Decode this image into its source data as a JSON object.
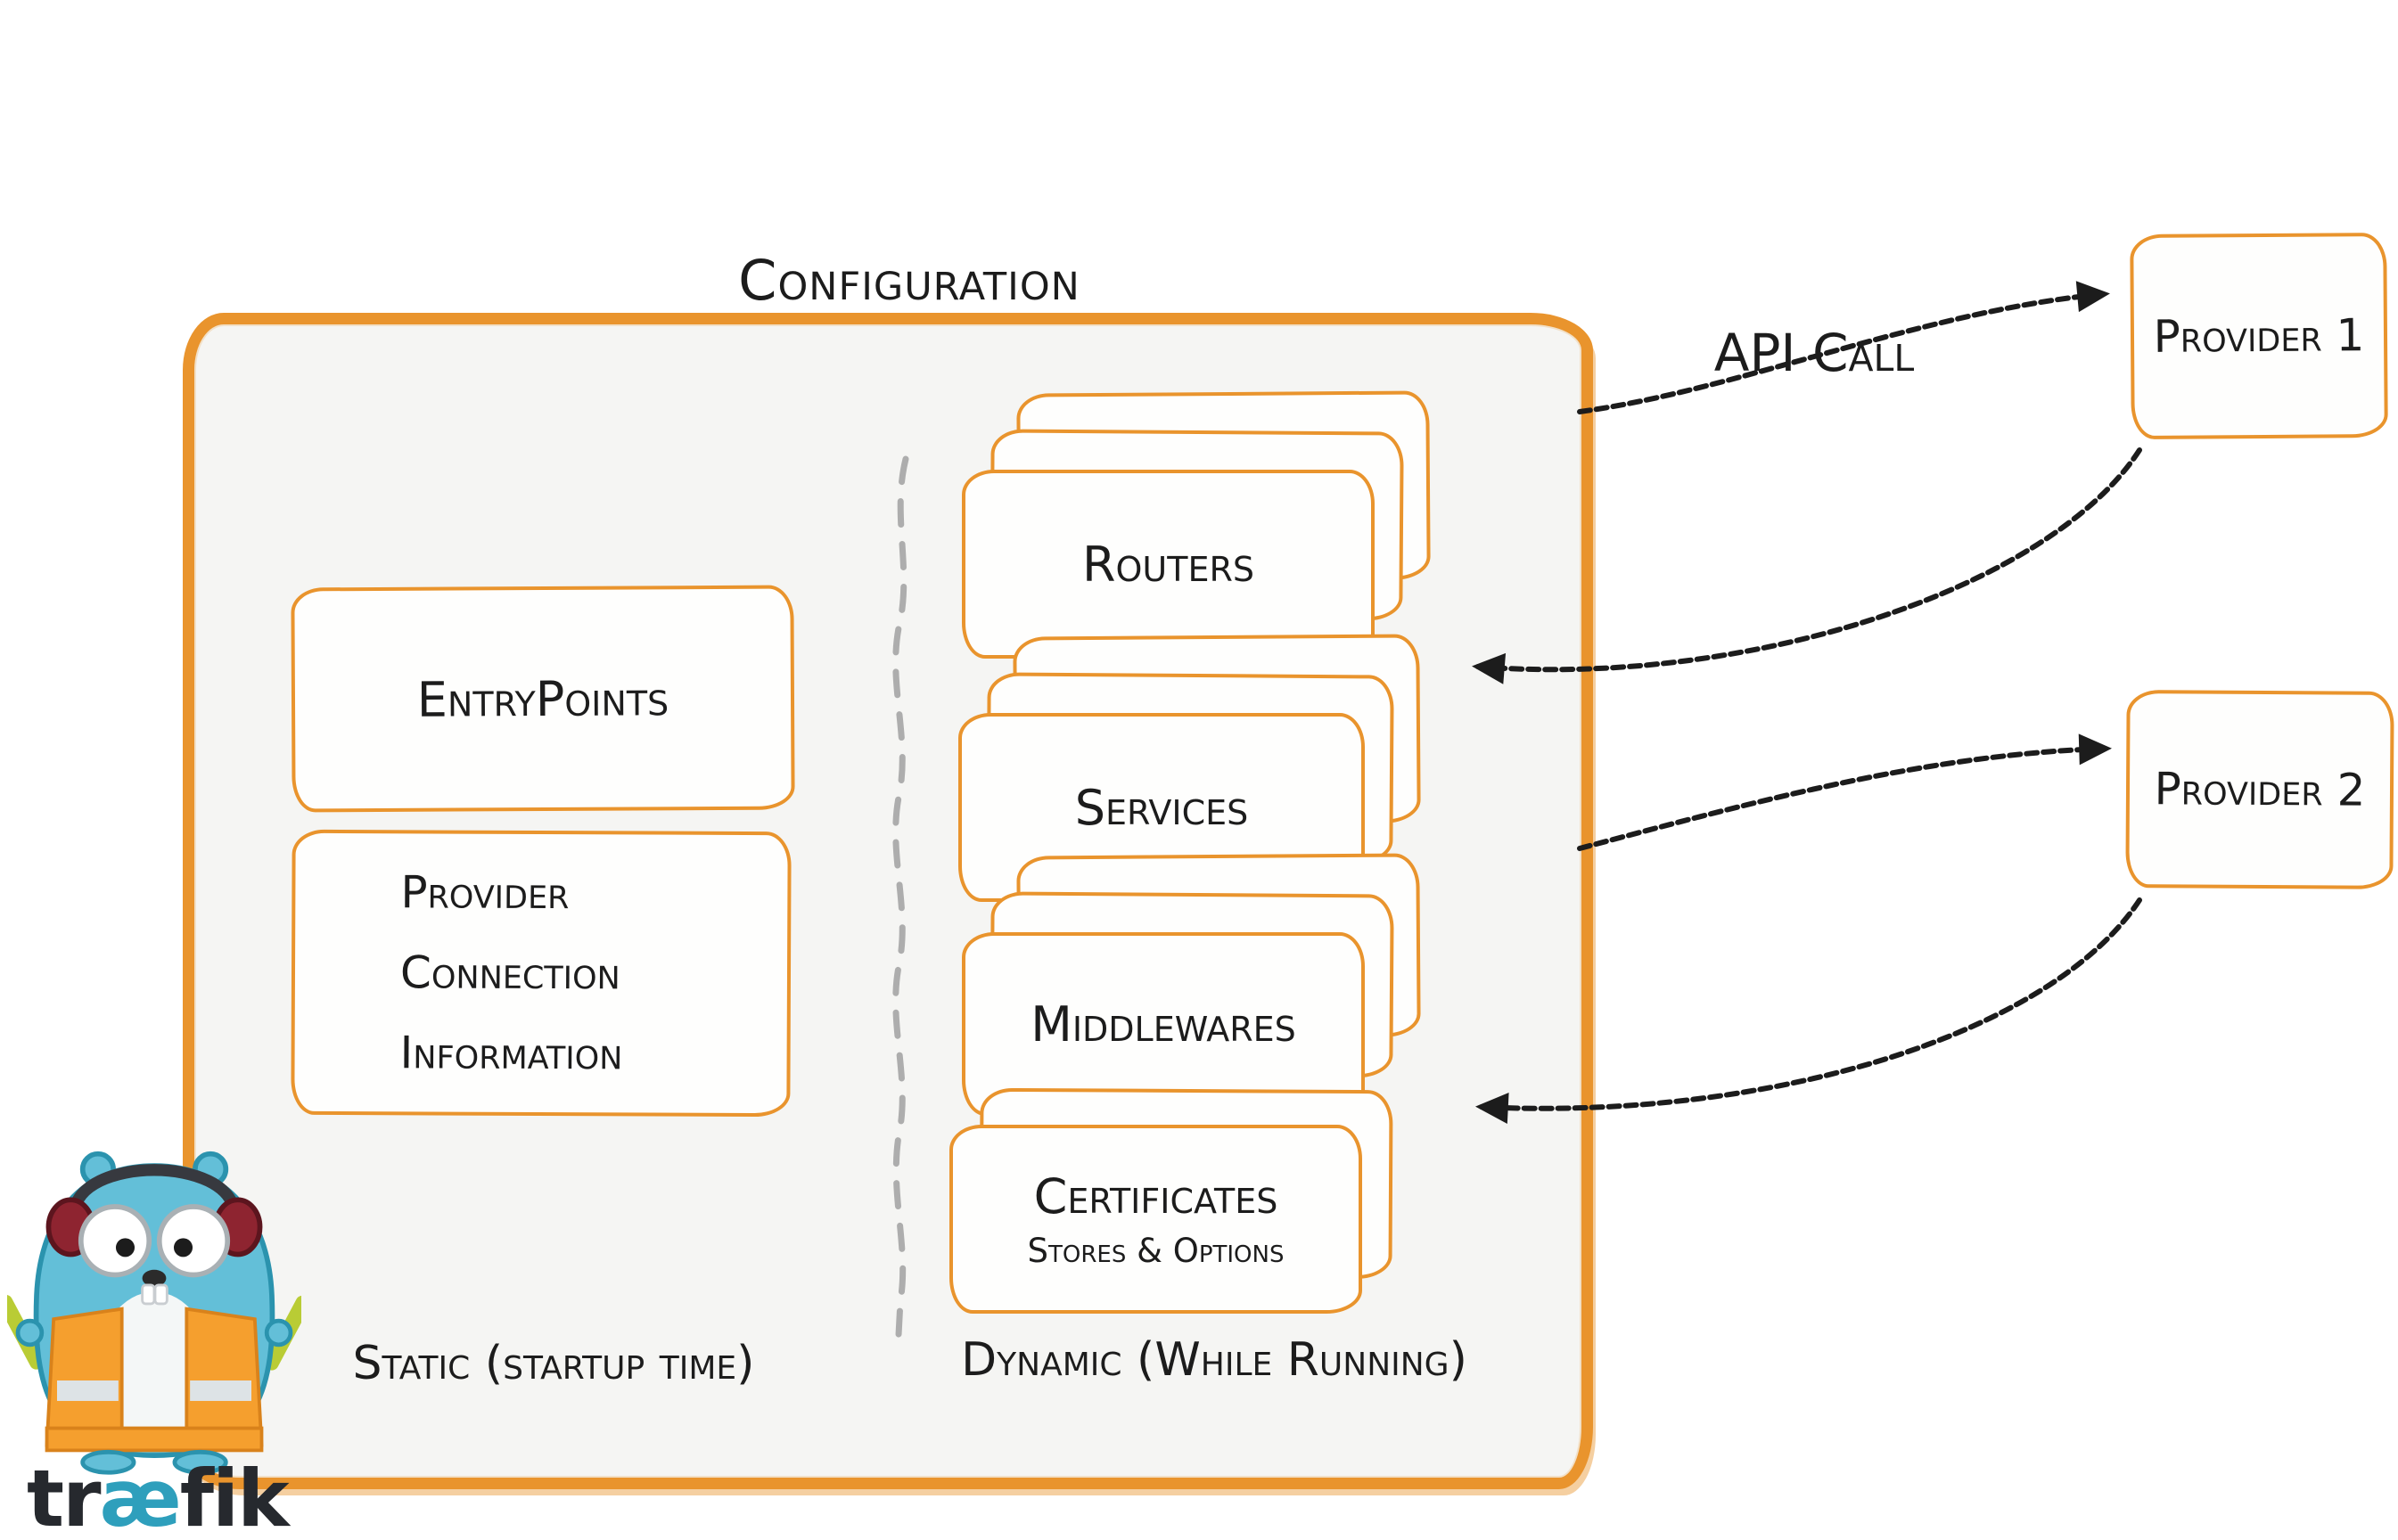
{
  "title": "Configuration",
  "api_call_label": "API Call",
  "static": {
    "entrypoints_label": "EntryPoints",
    "provider_info_lines": [
      "Provider",
      "Connection",
      "Information"
    ],
    "caption": "Static (startup time)"
  },
  "dynamic": {
    "routers_label": "Routers",
    "services_label": "Services",
    "middlewares_label": "Middlewares",
    "certificates_title": "Certificates",
    "certificates_subtitle": "Stores & Options",
    "caption": "Dynamic (While Running)"
  },
  "providers": [
    {
      "label": "Provider 1"
    },
    {
      "label": "Provider 2"
    }
  ],
  "logo": {
    "wordmark_parts": [
      "tr",
      "æ",
      "fik"
    ]
  },
  "colors": {
    "orange": "#E9942D",
    "panel": "#F5F5F3",
    "ink": "#1C1C1C",
    "divider": "#9B9B9B",
    "teal": "#2E9FBC"
  }
}
